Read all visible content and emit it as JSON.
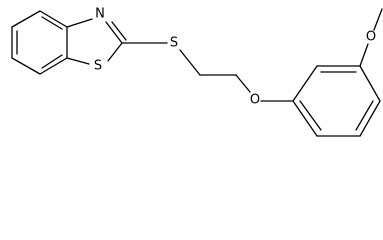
{
  "atoms": {
    "n1": "N",
    "s1": "S",
    "s2": "S",
    "o1": "O",
    "o2": "O"
  },
  "colors": {
    "bond": "#000000",
    "background": "#ffffff"
  }
}
